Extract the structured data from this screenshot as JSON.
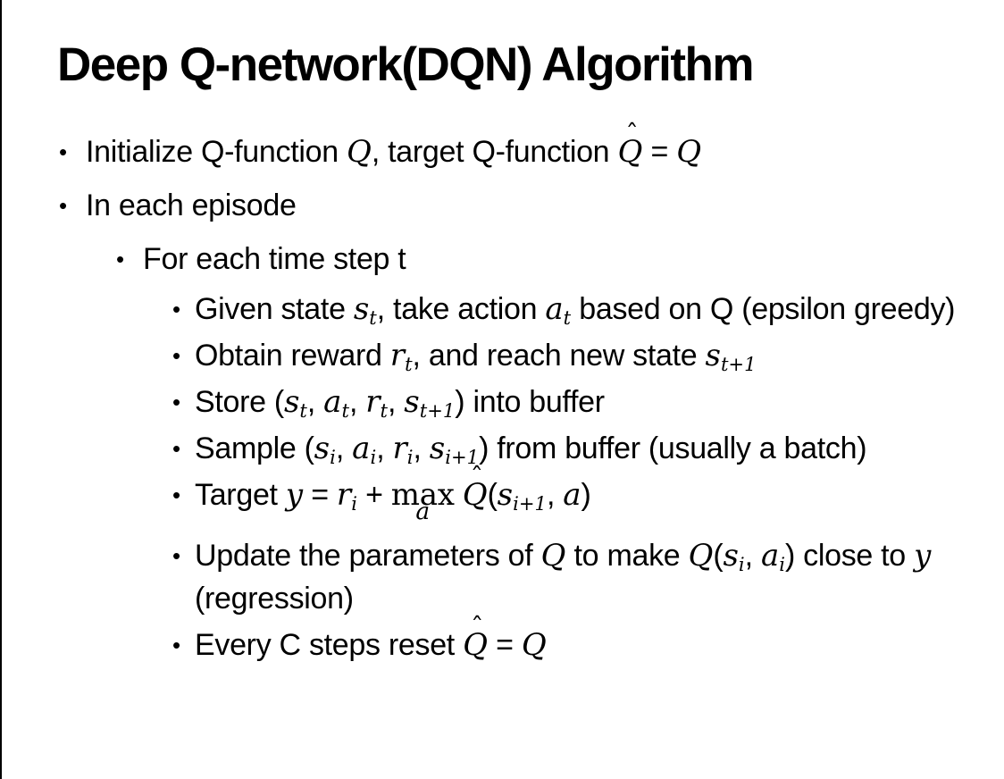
{
  "slide": {
    "title": "Deep Q-network(DQN) Algorithm",
    "background_color": "#ffffff",
    "border_color": "#000000",
    "text_color": "#000000"
  },
  "glyphs": {
    "bullet": "•",
    "hat": "ˆ"
  },
  "bullets": [
    {
      "level": 1,
      "segments": [
        {
          "t": "p",
          "v": "Initialize Q-function "
        },
        {
          "t": "m",
          "v": "Q"
        },
        {
          "t": "p",
          "v": ", target Q-function "
        },
        {
          "t": "m",
          "v": "Q",
          "hat": true
        },
        {
          "t": "p",
          "v": " = "
        },
        {
          "t": "m",
          "v": "Q"
        }
      ]
    },
    {
      "level": 1,
      "segments": [
        {
          "t": "p",
          "v": "In each episode"
        }
      ]
    },
    {
      "level": 2,
      "segments": [
        {
          "t": "p",
          "v": "For each time step t"
        }
      ]
    },
    {
      "level": 3,
      "segments": [
        {
          "t": "p",
          "v": "Given state "
        },
        {
          "t": "m",
          "v": "s",
          "sub": "t"
        },
        {
          "t": "p",
          "v": ", take action "
        },
        {
          "t": "m",
          "v": "a",
          "sub": "t"
        },
        {
          "t": "p",
          "v": " based on Q (epsilon greedy)"
        }
      ]
    },
    {
      "level": 3,
      "segments": [
        {
          "t": "p",
          "v": "Obtain reward "
        },
        {
          "t": "m",
          "v": "r",
          "sub": "t"
        },
        {
          "t": "p",
          "v": ", and reach new state "
        },
        {
          "t": "m",
          "v": "s",
          "sub": "t+1"
        }
      ]
    },
    {
      "level": 3,
      "segments": [
        {
          "t": "p",
          "v": "Store ("
        },
        {
          "t": "m",
          "v": "s",
          "sub": "t"
        },
        {
          "t": "p",
          "v": ", "
        },
        {
          "t": "m",
          "v": "a",
          "sub": "t"
        },
        {
          "t": "p",
          "v": ", "
        },
        {
          "t": "m",
          "v": "r",
          "sub": "t"
        },
        {
          "t": "p",
          "v": ", "
        },
        {
          "t": "m",
          "v": "s",
          "sub": "t+1"
        },
        {
          "t": "p",
          "v": ") into buffer"
        }
      ]
    },
    {
      "level": 3,
      "segments": [
        {
          "t": "p",
          "v": "Sample ("
        },
        {
          "t": "m",
          "v": "s",
          "sub": "i"
        },
        {
          "t": "p",
          "v": ", "
        },
        {
          "t": "m",
          "v": "a",
          "sub": "i"
        },
        {
          "t": "p",
          "v": ", "
        },
        {
          "t": "m",
          "v": "r",
          "sub": "i"
        },
        {
          "t": "p",
          "v": ", "
        },
        {
          "t": "m",
          "v": "s",
          "sub": "i+1"
        },
        {
          "t": "p",
          "v": ") from buffer (usually a batch)"
        }
      ]
    },
    {
      "level": 3,
      "segments": [
        {
          "t": "p",
          "v": "Target "
        },
        {
          "t": "m",
          "v": "y"
        },
        {
          "t": "p",
          "v": " = "
        },
        {
          "t": "m",
          "v": "r",
          "sub": "i"
        },
        {
          "t": "p",
          "v": " + "
        },
        {
          "t": "munder",
          "v": "max",
          "under": "a"
        },
        {
          "t": "p",
          "v": " "
        },
        {
          "t": "m",
          "v": "Q",
          "hat": true
        },
        {
          "t": "p",
          "v": "("
        },
        {
          "t": "m",
          "v": "s",
          "sub": "i+1"
        },
        {
          "t": "p",
          "v": ", "
        },
        {
          "t": "m",
          "v": "a"
        },
        {
          "t": "p",
          "v": ")"
        }
      ]
    },
    {
      "level": 3,
      "segments": [
        {
          "t": "p",
          "v": "Update the parameters of "
        },
        {
          "t": "m",
          "v": "Q"
        },
        {
          "t": "p",
          "v": " to make "
        },
        {
          "t": "m",
          "v": "Q"
        },
        {
          "t": "p",
          "v": "("
        },
        {
          "t": "m",
          "v": "s",
          "sub": "i"
        },
        {
          "t": "p",
          "v": ", "
        },
        {
          "t": "m",
          "v": "a",
          "sub": "i"
        },
        {
          "t": "p",
          "v": ") close to "
        },
        {
          "t": "m",
          "v": "y"
        },
        {
          "t": "p",
          "v": " (regression)"
        }
      ]
    },
    {
      "level": 3,
      "segments": [
        {
          "t": "p",
          "v": "Every C steps reset "
        },
        {
          "t": "m",
          "v": "Q",
          "hat": true
        },
        {
          "t": "p",
          "v": " = "
        },
        {
          "t": "m",
          "v": "Q"
        }
      ]
    }
  ]
}
